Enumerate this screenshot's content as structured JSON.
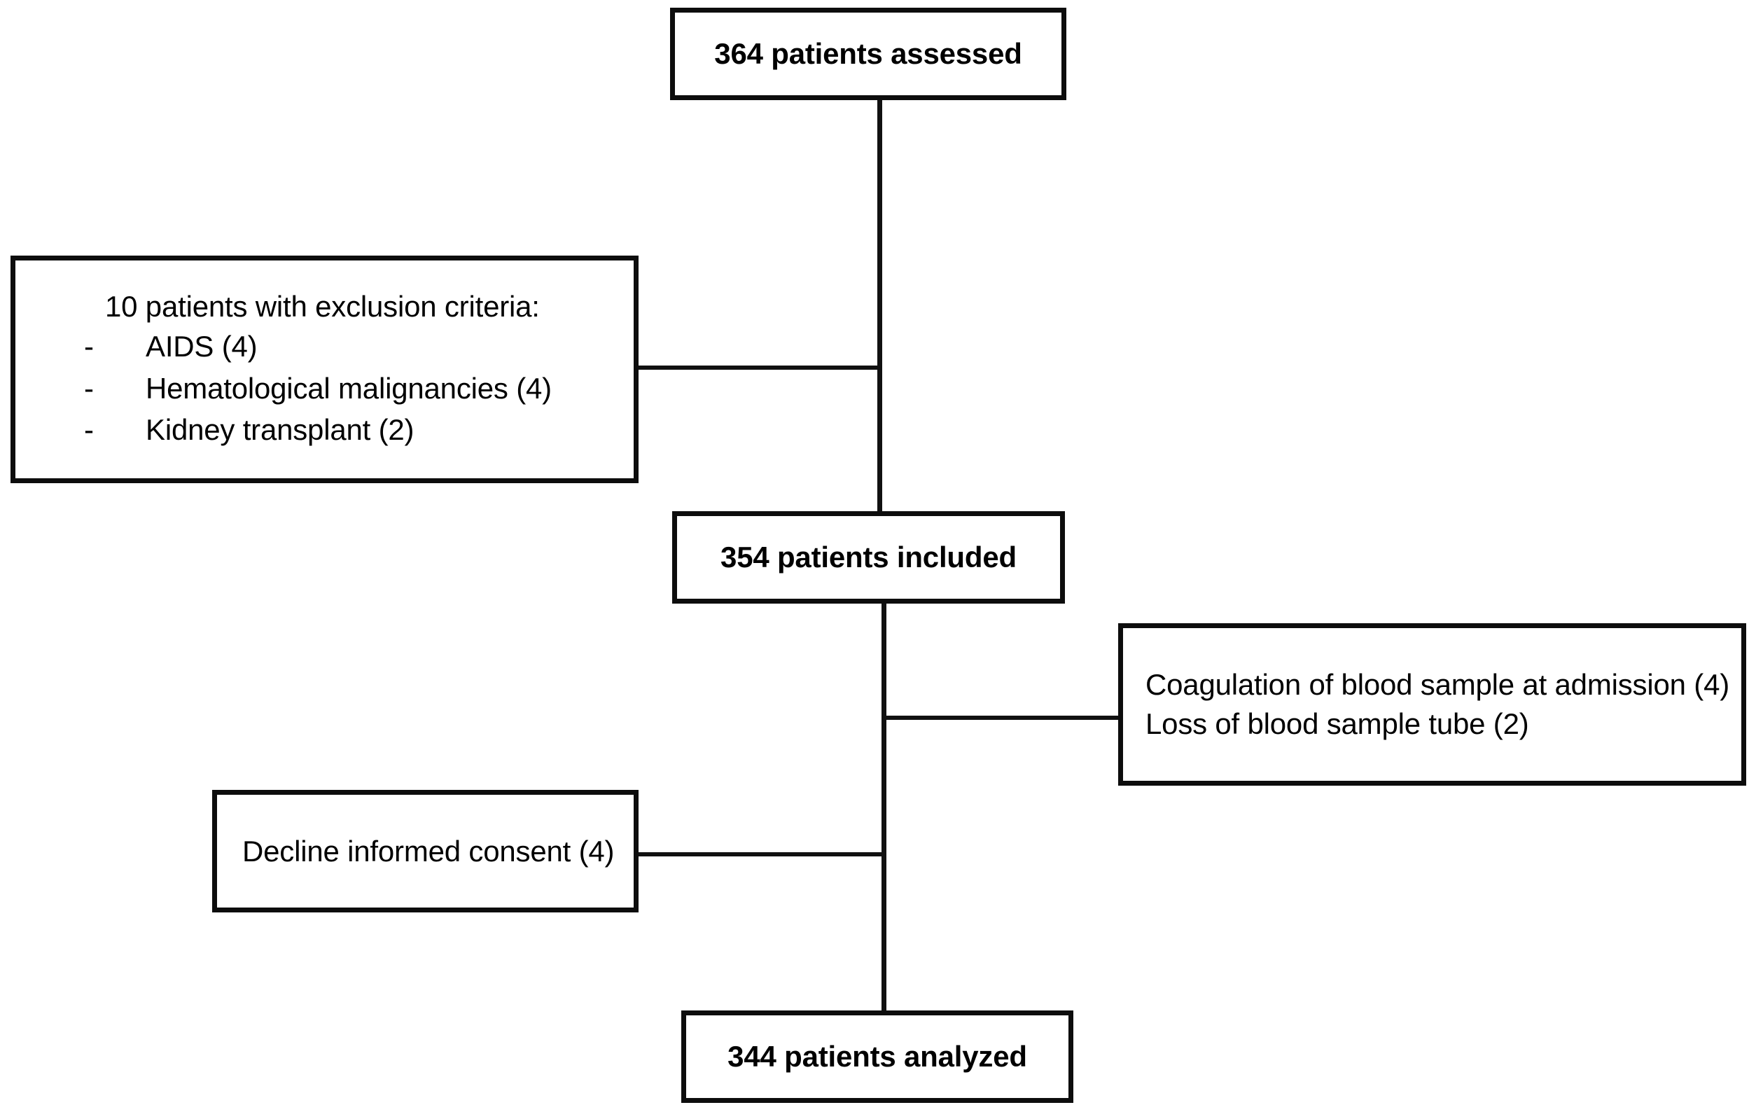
{
  "diagram": {
    "type": "patient-flow-consort",
    "nodes": {
      "assessed": {
        "label": "364 patients assessed",
        "count": 364
      },
      "exclusion": {
        "heading": "10 patients with exclusion criteria:",
        "count": 10,
        "bullet": "-",
        "items": [
          "AIDS (4)",
          "Hematological malignancies (4)",
          "Kidney transplant (2)"
        ]
      },
      "included": {
        "label": "354 patients included",
        "count": 354
      },
      "coagulation": {
        "lines": [
          "Coagulation of blood sample at admission (4)",
          "Loss of blood sample tube (2)"
        ]
      },
      "decline": {
        "label": "Decline informed consent (4)"
      },
      "analyzed": {
        "label": "344 patients analyzed",
        "count": 344
      }
    },
    "colors": {
      "border": "#0d0d0d",
      "line": "#111111",
      "background": "#ffffff",
      "text": "#000000"
    }
  }
}
